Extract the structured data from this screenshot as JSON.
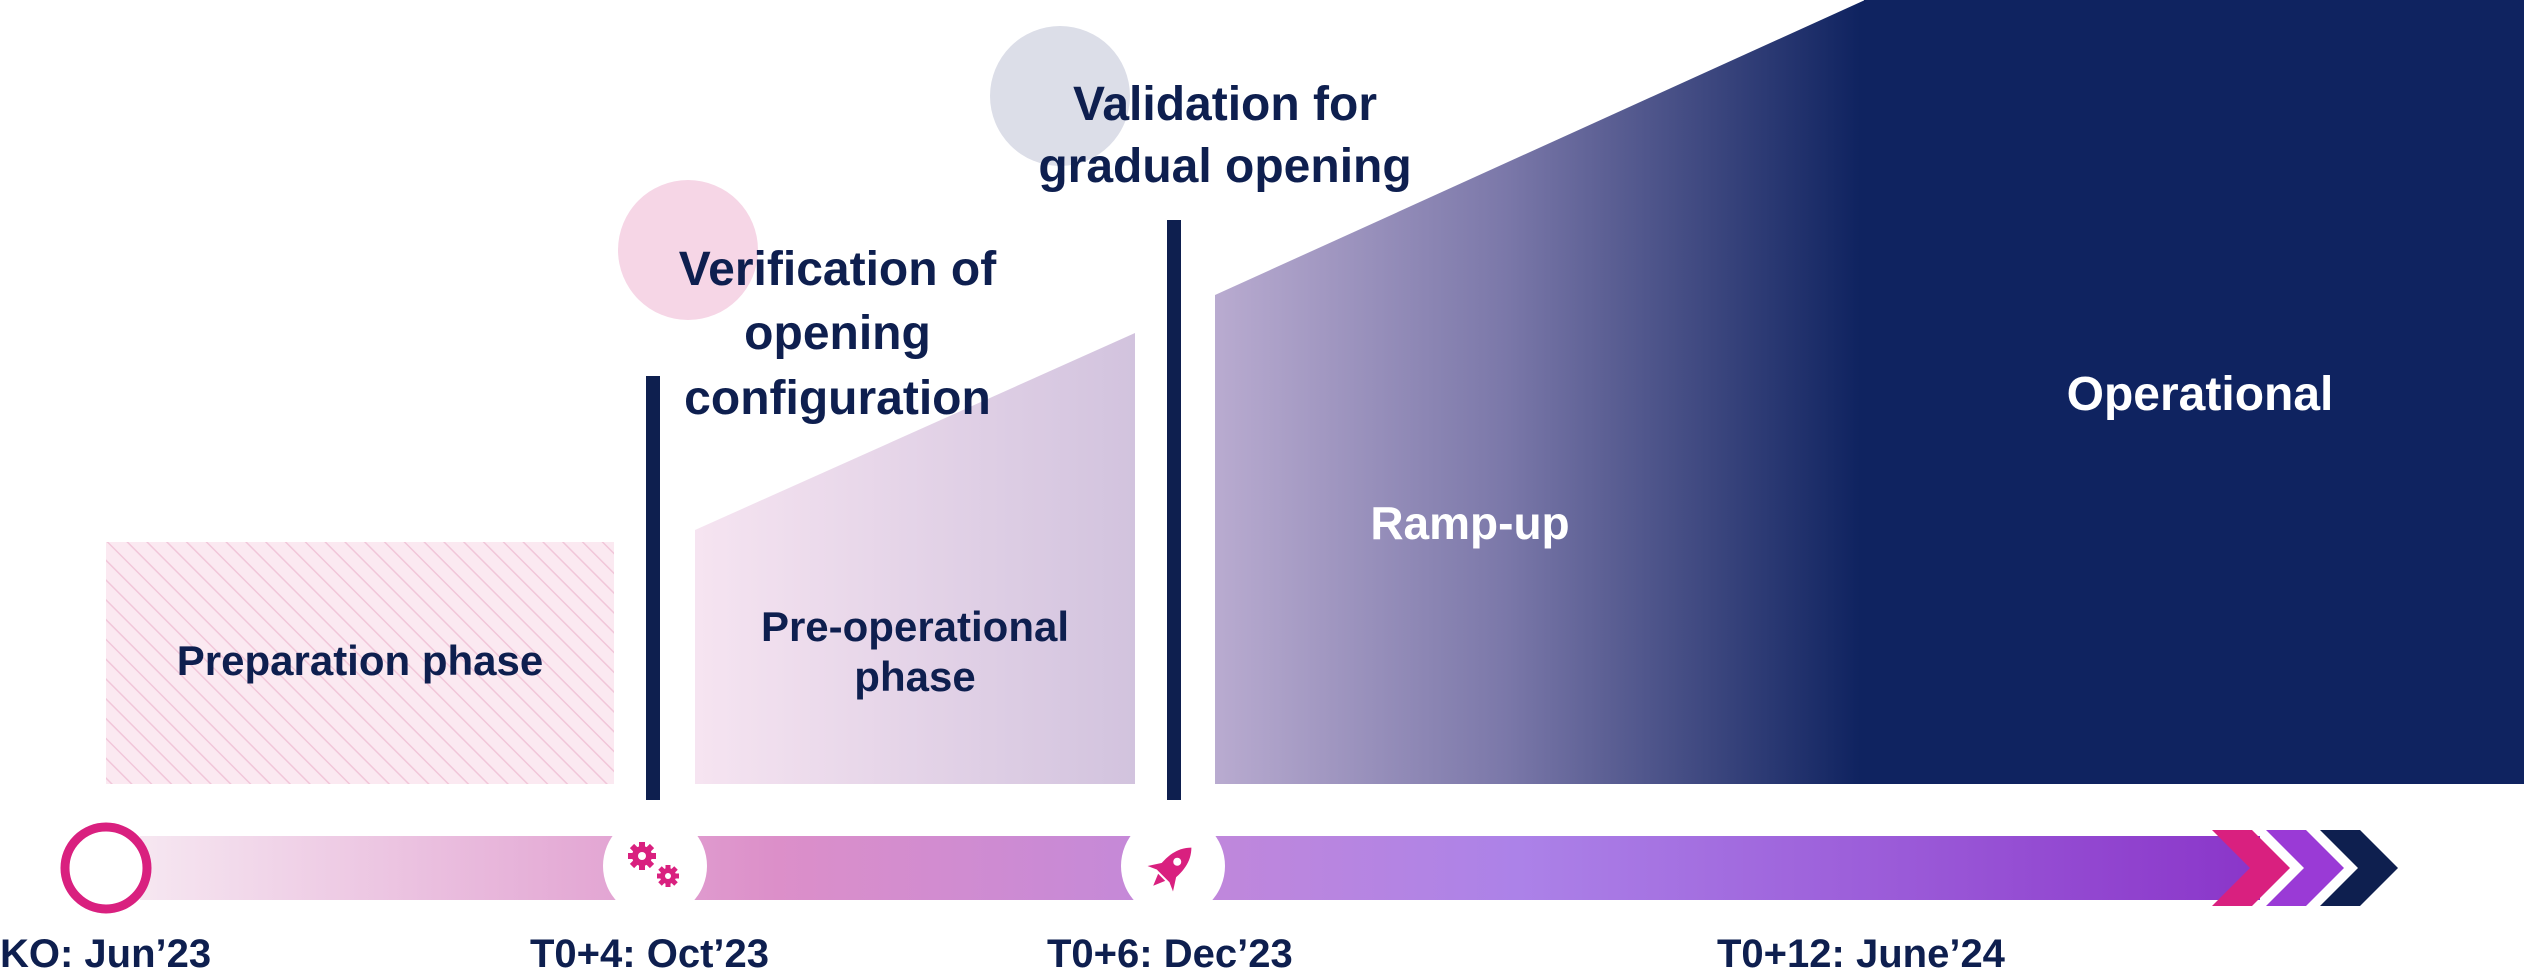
{
  "phases": {
    "preparation": "Preparation phase",
    "pre_operational": "Pre-operational phase",
    "ramp_up": "Ramp-up",
    "operational": "Operational"
  },
  "checkpoints": {
    "verification": "Verification of opening configuration",
    "validation": "Validation for gradual opening"
  },
  "milestones": {
    "ko": "KO: Jun’23",
    "t4": "T0+4: Oct’23",
    "t6": "T0+6: Dec’23",
    "t12": "T0+12: June’24"
  },
  "icons": {
    "start": "circle-ring-icon",
    "gears": "gears-icon",
    "rocket": "rocket-icon",
    "arrow": "chevrons-arrow-icon"
  },
  "colors": {
    "navy": "#0e1f4f",
    "magenta": "#d9207f",
    "purple": "#8b3fd1",
    "lavender": "#a77ce6",
    "pink_pale": "#f6d6e6"
  }
}
